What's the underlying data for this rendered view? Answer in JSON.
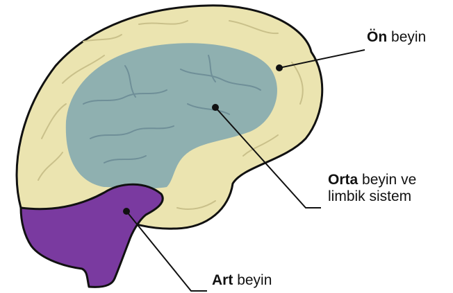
{
  "labels": {
    "forebrain": {
      "bold": "Ön",
      "rest": "beyin"
    },
    "midbrain": {
      "bold": "Orta",
      "rest": "beyin ve",
      "line2": "limbik sistem"
    },
    "hindbrain": {
      "bold": "Art",
      "rest": "beyin"
    }
  },
  "colors": {
    "forebrain_fill": "#ebe4b0",
    "midbrain_fill": "#8fb0b0",
    "hindbrain_fill": "#7a3aa0",
    "outline": "#111111",
    "sulcus": "#6f8f98"
  }
}
